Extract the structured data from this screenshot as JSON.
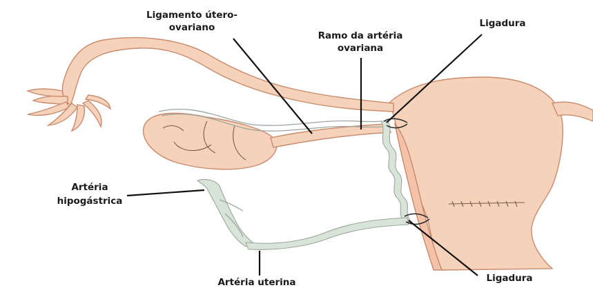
{
  "labels": {
    "utero_ovarian_ligament_line1": "Ligamento útero-",
    "utero_ovarian_ligament_line2": "ovariano",
    "ovarian_artery_branch_line1": "Ramo da artéria",
    "ovarian_artery_branch_line2": "ovariana",
    "ligature_top": "Ligadura",
    "hypogastric_artery_line1": "Artéria",
    "hypogastric_artery_line2": "hipogástrica",
    "uterine_artery": "Artéria uterina",
    "ligature_bottom": "Ligadura"
  },
  "colors": {
    "tissue": "#f7d2bb",
    "vessel": "#d9e4d8",
    "leader": "#111111"
  }
}
